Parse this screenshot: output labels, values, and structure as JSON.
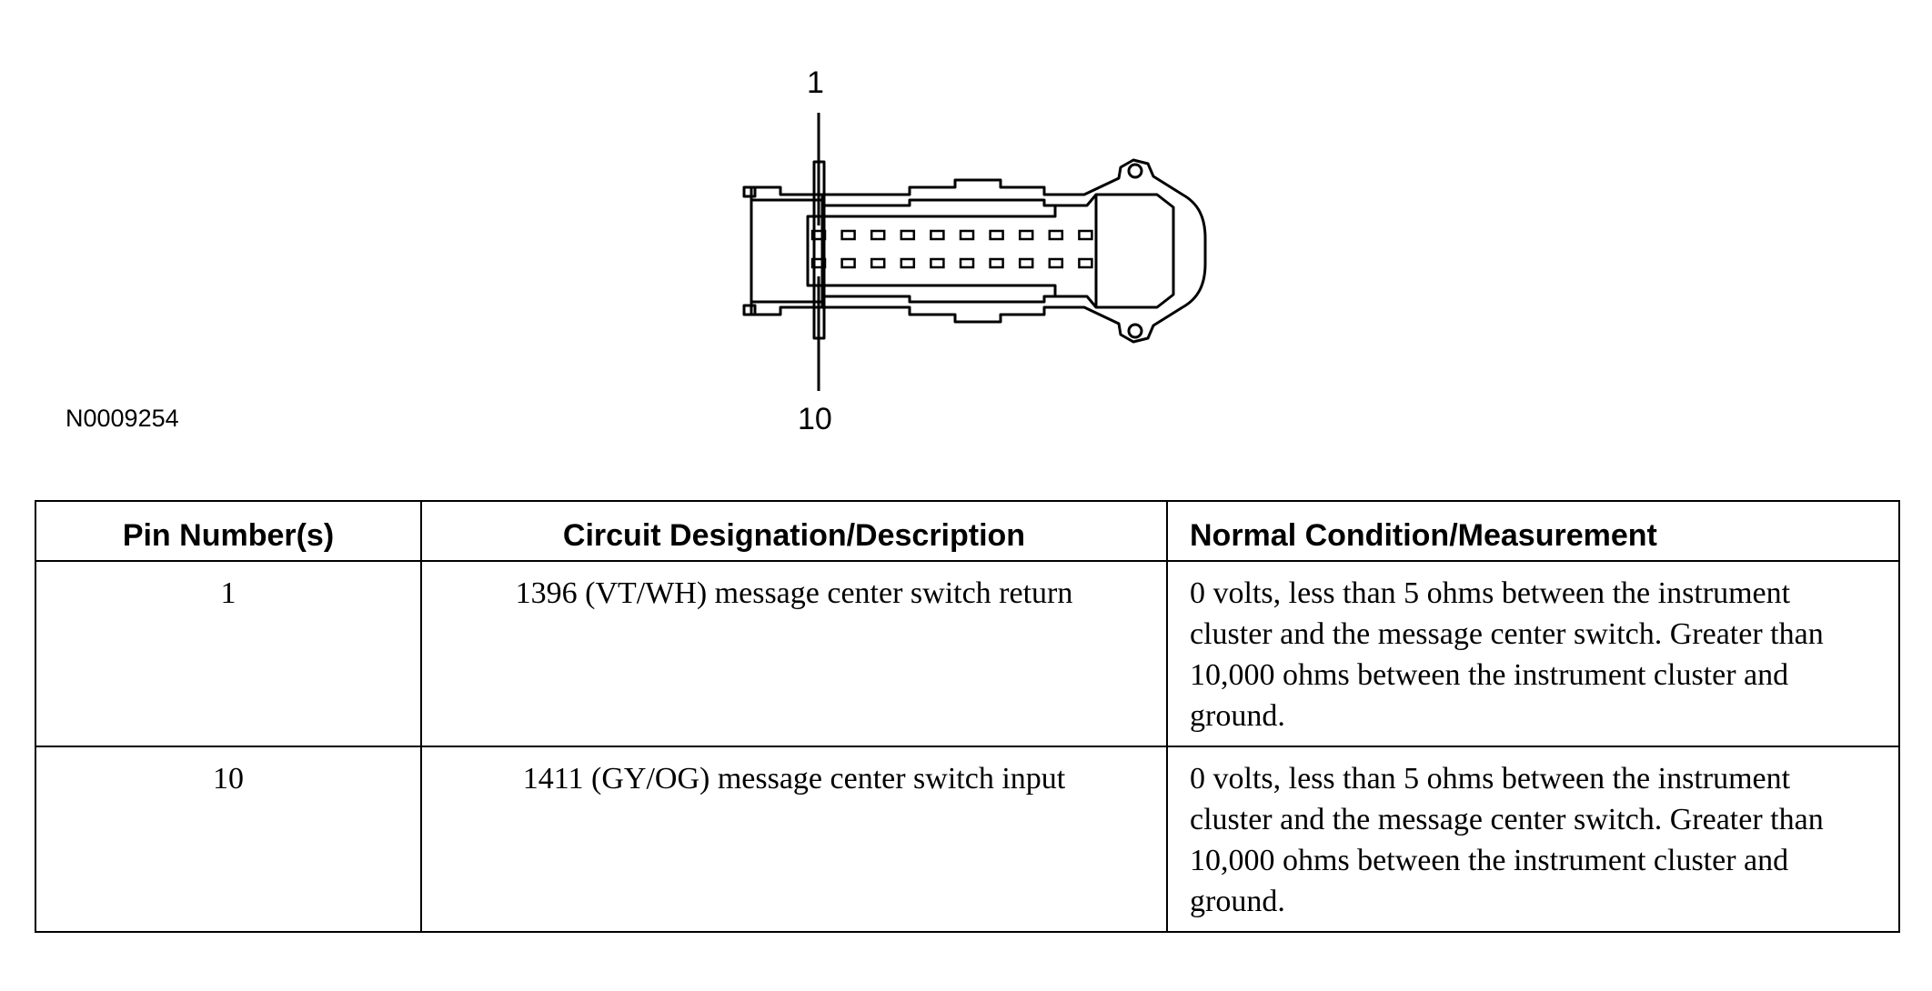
{
  "figure": {
    "callout_top": "1",
    "callout_bottom": "10",
    "figure_id": "N0009254",
    "connector_rows": 2,
    "connector_pins_per_row": 10
  },
  "table": {
    "headers": [
      "Pin Number(s)",
      "Circuit Designation/Description",
      "Normal Condition/Measurement"
    ],
    "rows": [
      {
        "pin": "1",
        "circuit": "1396 (VT/WH) message center switch return",
        "condition": "0 volts, less than 5 ohms between the instrument cluster and the message center switch. Greater than 10,000 ohms between the instrument cluster and ground."
      },
      {
        "pin": "10",
        "circuit": "1411 (GY/OG) message center switch input",
        "condition": "0 volts, less than 5 ohms between the instrument cluster and the message center switch. Greater than 10,000 ohms between the instrument cluster and ground."
      }
    ]
  }
}
